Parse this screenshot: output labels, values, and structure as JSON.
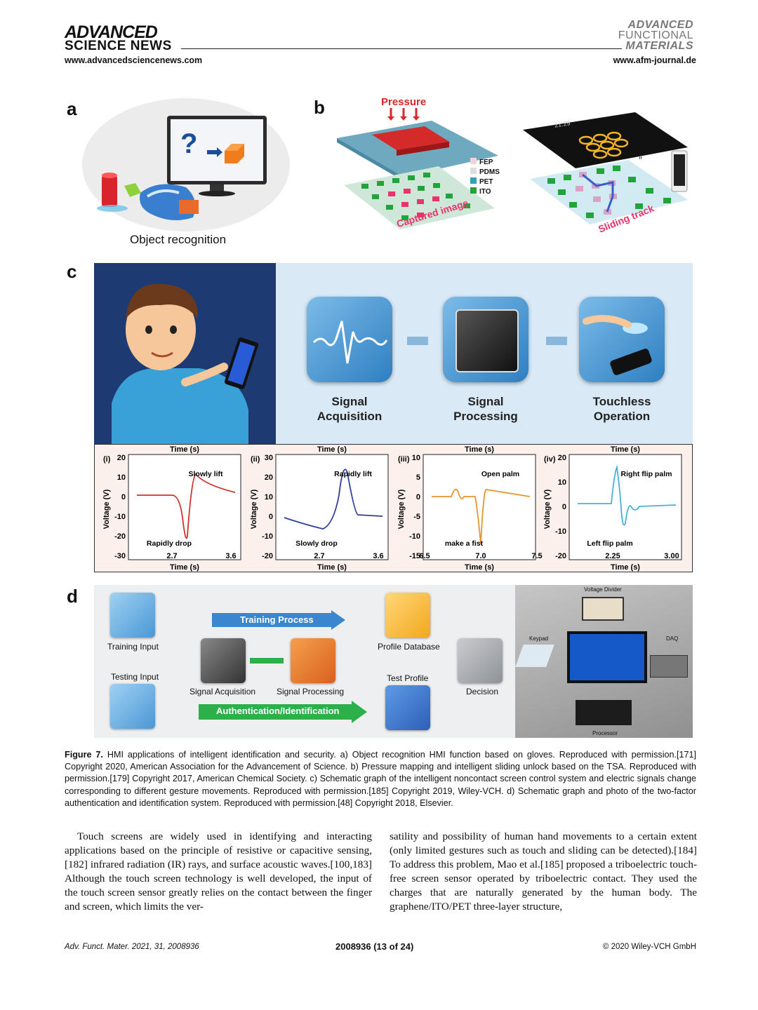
{
  "header": {
    "brand_line1": "ADVANCED",
    "brand_line2": "SCIENCE NEWS",
    "url_left": "www.advancedsciencenews.com",
    "journal_line1": "ADVANCED",
    "journal_line2": "FUNCTIONAL",
    "journal_line3": "MATERIALS",
    "url_right": "www.afm-journal.de"
  },
  "figure": {
    "panel_a": {
      "letter": "a",
      "caption": "Object recognition",
      "screen_symbol": "?"
    },
    "panel_b": {
      "letter": "b",
      "pressure_label": "Pressure",
      "layers": [
        "FEP",
        "PDMS",
        "PET",
        "ITO"
      ],
      "captured_label": "Captured image",
      "sliding_label": "Sliding track",
      "phone_time": "21:29"
    },
    "panel_c": {
      "letter": "c",
      "steps": [
        {
          "line1": "Signal",
          "line2": "Acquisition"
        },
        {
          "line1": "Signal",
          "line2": "Processing"
        },
        {
          "line1": "Touchless",
          "line2": "Operation"
        }
      ],
      "charts": [
        {
          "roman": "(i)",
          "top_label": "Time (s)",
          "bottom_label": "Time (s)",
          "ylabel": "Voltage (V)",
          "yticks": [
            "20",
            "10",
            "0",
            "-10",
            "-20",
            "-30"
          ],
          "xticks": [
            "2.7",
            "3.6"
          ],
          "annotations": [
            "Slowly lift",
            "Rapidly drop"
          ],
          "color": "#d0332b"
        },
        {
          "roman": "(ii)",
          "top_label": "Time (s)",
          "bottom_label": "Time (s)",
          "ylabel": "Voltage (V)",
          "yticks": [
            "30",
            "20",
            "10",
            "0",
            "-10",
            "-20"
          ],
          "xticks": [
            "2.7",
            "3.6"
          ],
          "annotations": [
            "Rapidly lift",
            "Slowly drop"
          ],
          "color": "#2f3f9e"
        },
        {
          "roman": "(iii)",
          "top_label": "Time (s)",
          "bottom_label": "Time (s)",
          "ylabel": "Voltage (V)",
          "yticks": [
            "10",
            "5",
            "0",
            "-5",
            "-10",
            "-15"
          ],
          "xticks": [
            "6.5",
            "7.0",
            "7.5"
          ],
          "annotations": [
            "Open palm",
            "make a fist"
          ],
          "color": "#e8962a"
        },
        {
          "roman": "(iv)",
          "top_label": "Time (s)",
          "bottom_label": "Time (s)",
          "ylabel": "Voltage (V)",
          "yticks": [
            "20",
            "10",
            "0",
            "-10",
            "-20"
          ],
          "xticks": [
            "2.25",
            "3.00"
          ],
          "annotations": [
            "Right flip palm",
            "Left flip palm"
          ],
          "color": "#4ab0e0"
        }
      ]
    },
    "panel_d": {
      "letter": "d",
      "training_process": "Training Process",
      "auth": "Authentication/Identification",
      "training_input": "Training Input",
      "testing_input": "Testing Input",
      "signal_acquisition": "Signal Acquisition",
      "signal_processing": "Signal Processing",
      "profile_database": "Profile Database",
      "test_profile": "Test Profile",
      "decision": "Decision",
      "photo_labels": {
        "voltage_divider": "Voltage Divider",
        "keypad": "Keypad",
        "daq": "DAQ",
        "processor": "Processor"
      }
    }
  },
  "caption": {
    "lead": "Figure 7.",
    "text": "HMI applications of intelligent identification and security. a) Object recognition HMI function based on gloves. Reproduced with permission.[171] Copyright 2020, American Association for the Advancement of Science. b) Pressure mapping and intelligent sliding unlock based on the TSA. Reproduced with permission.[179] Copyright 2017, American Chemical Society. c) Schematic graph of the intelligent noncontact screen control system and electric signals change corresponding to different gesture movements. Reproduced with permission.[185] Copyright 2019, Wiley-VCH. d) Schematic graph and photo of the two-factor authentication and identification system. Reproduced with permission.[48] Copyright 2018, Elsevier."
  },
  "body": {
    "left_column": "Touch screens are widely used in identifying and interacting applications based on the principle of resistive or capacitive sensing,[182] infrared radiation (IR) rays, and surface acoustic waves.[100,183] Although the touch screen technology is well developed, the input of the touch screen sensor greatly relies on the contact between the finger and screen, which limits the ver-",
    "right_column": "satility and possibility of human hand movements to a certain extent (only limited gestures such as touch and sliding can be detected).[184] To address this problem, Mao et al.[185] proposed a triboelectric touch-free screen sensor operated by triboelectric contact. They used the charges that are naturally generated by the human body. The graphene/ITO/PET three-layer structure,"
  },
  "footer": {
    "left": "Adv. Funct. Mater. 2021, 31, 2008936",
    "middle": "2008936  (13 of 24)",
    "right": "© 2020 Wiley-VCH GmbH"
  }
}
